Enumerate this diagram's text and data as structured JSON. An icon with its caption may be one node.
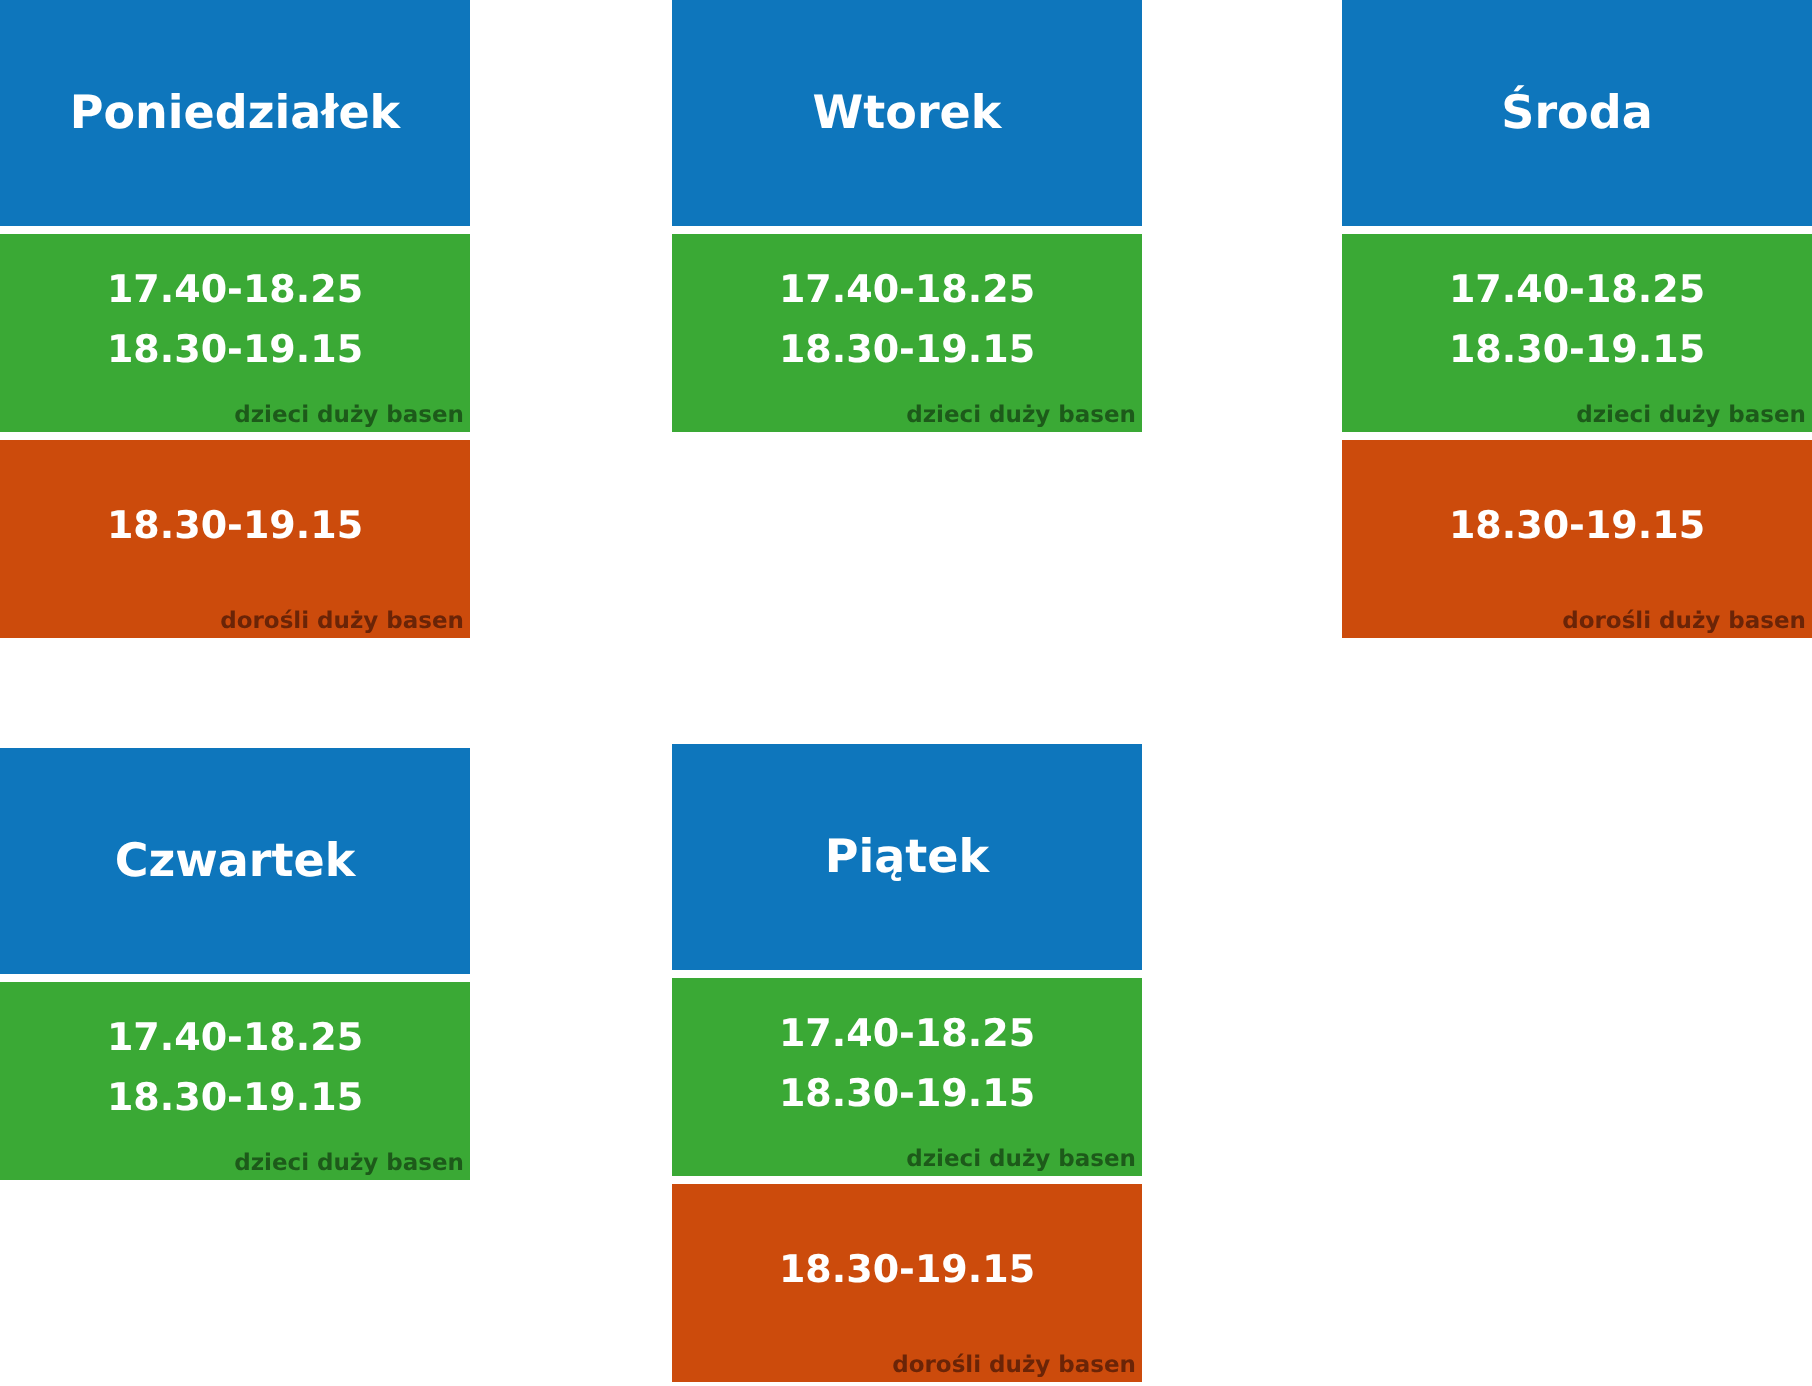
{
  "diagram": {
    "nodes": [
      {
        "text": [
          "Poniedziałek"
        ]
      },
      {
        "text": [
          "17.40-18.25",
          "18.30-19.15",
          "dzieci duży basen"
        ]
      },
      {
        "text": [
          "18.30-19.15",
          "dorośli duży basen"
        ]
      },
      {
        "text": [
          "Wtorek"
        ]
      },
      {
        "text": [
          "17.40-18.25",
          "18.30-19.15",
          "dzieci duży basen"
        ]
      },
      {
        "text": [
          "Środa"
        ]
      },
      {
        "text": [
          "17.40-18.25",
          "18.30-19.15",
          "dzieci duży basen"
        ]
      },
      {
        "text": [
          "18.30-19.15",
          "dorośli duży basen"
        ]
      },
      {
        "text": [
          "Czwartek"
        ]
      },
      {
        "text": [
          "17.40-18.25",
          "18.30-19.15",
          "dzieci duży basen"
        ]
      },
      {
        "text": [
          "Piątek"
        ]
      },
      {
        "text": [
          "17.40-18.25",
          "18.30-19.15",
          "dzieci duży basen"
        ]
      },
      {
        "text": [
          "18.30-19.15",
          "dorośli duży basen"
        ]
      }
    ]
  }
}
